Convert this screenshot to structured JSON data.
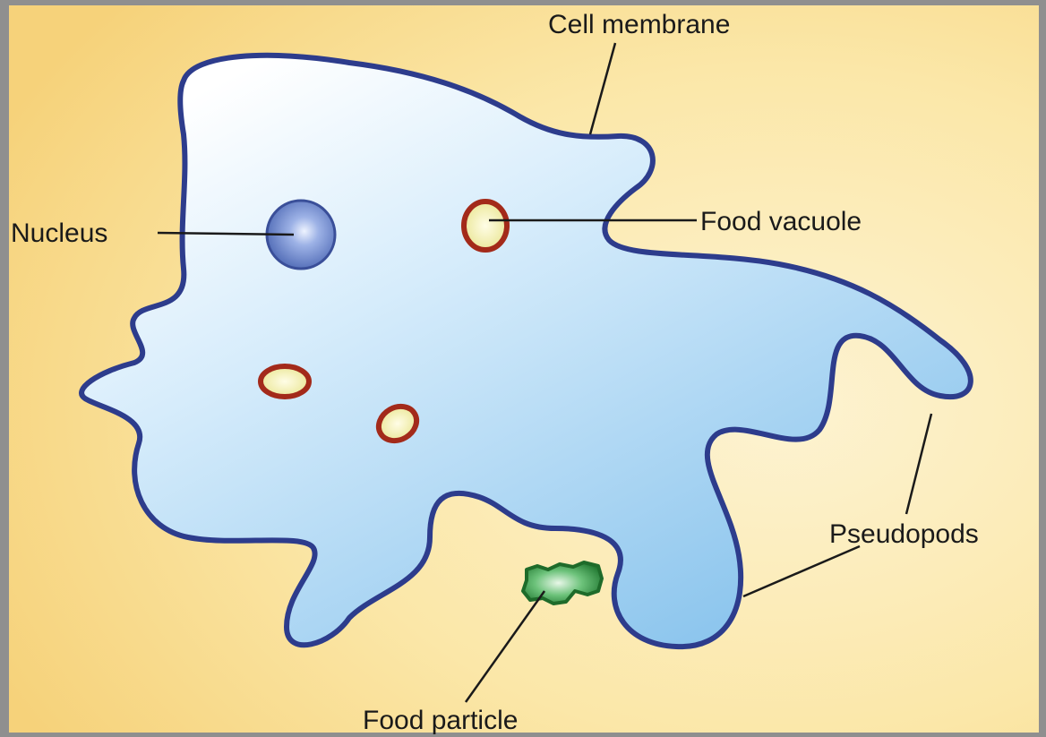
{
  "labels": {
    "cell_membrane": "Cell membrane",
    "nucleus": "Nucleus",
    "food_vacuole": "Food vacuole",
    "pseudopods": "Pseudopods",
    "food_particle": "Food particle"
  },
  "colors": {
    "frame": "#8f8f8f",
    "background_yellow": "#f8dd8c",
    "background_light": "#fdf1cc",
    "cell_fill_light": "#ffffff",
    "cell_fill_blue": "#8cc6ee",
    "membrane": "#2d3c8c",
    "nucleus": "#5a77c2",
    "vacuole_ring": "#a32a1a",
    "vacuole_fill": "#f3f0b6",
    "food_particle": "#2a8a3a",
    "leader_line": "#1a1a1a"
  }
}
